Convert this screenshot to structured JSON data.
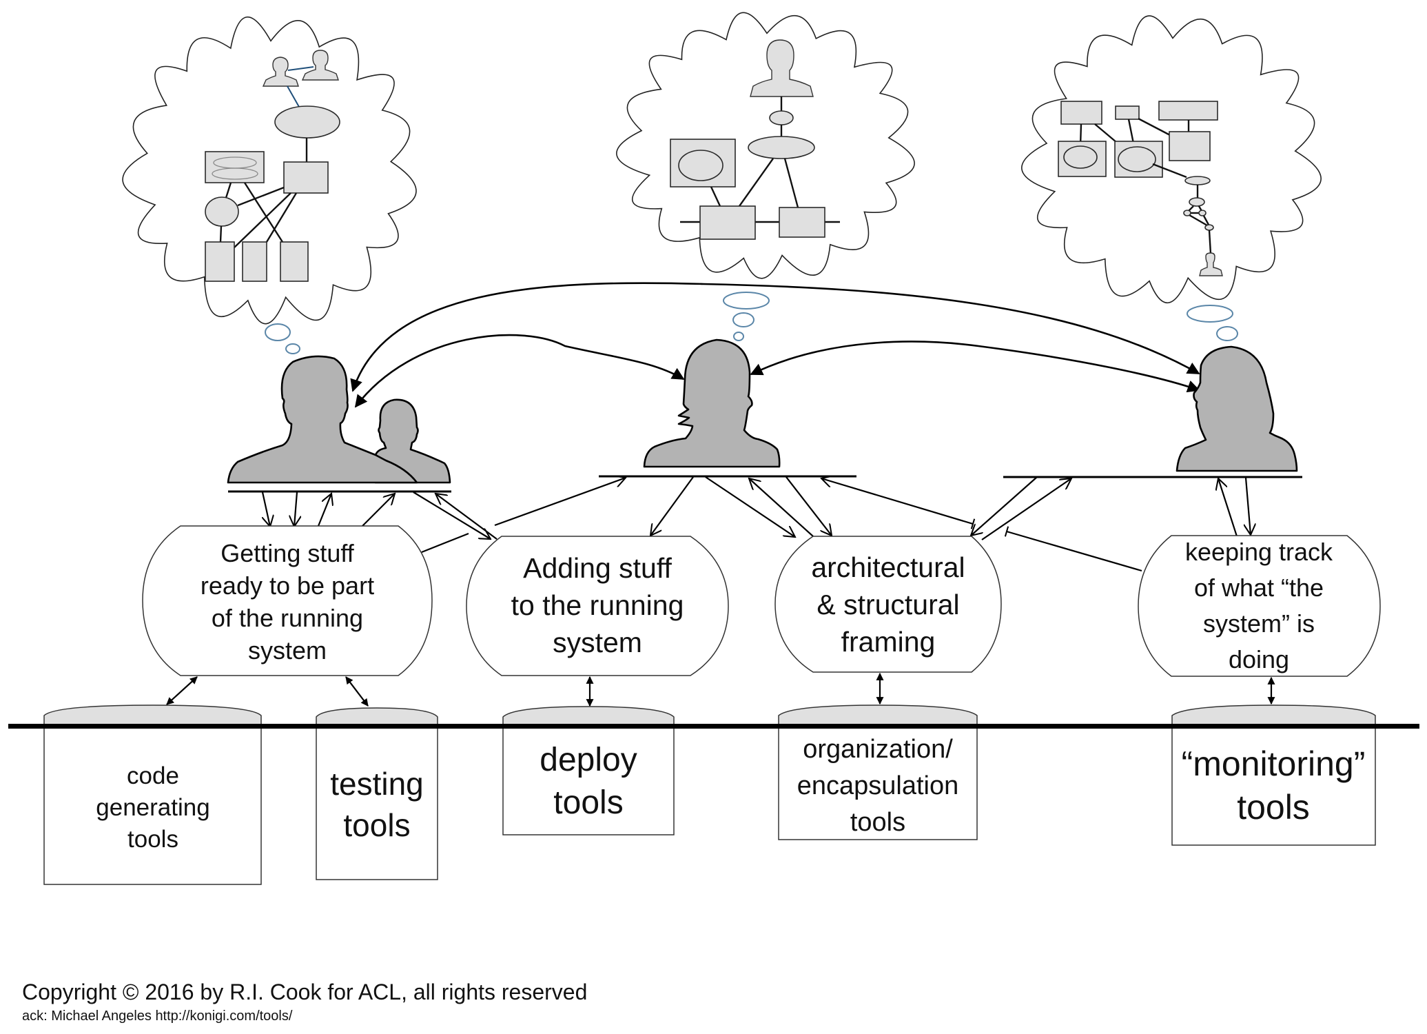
{
  "figure": {
    "description": "Diagram of people, their mental models, the work activities they perform, and the tools beneath the line of representation",
    "colors": {
      "person_fill": "#b3b3b3",
      "sketch_fill": "#e0e0e0",
      "thought_bubble": "#5a86a8",
      "line": "#000000"
    }
  },
  "mental_models": [
    {
      "name": "mental-model-team",
      "icon": "cloud-thought-icon",
      "contents": [
        "two-people-icon",
        "ellipse",
        "rect-with-ellipses",
        "rect",
        "circle",
        "three-rects"
      ]
    },
    {
      "name": "mental-model-individual",
      "icon": "cloud-thought-icon",
      "contents": [
        "person-icon",
        "small-ellipse",
        "ellipse",
        "rect-with-ellipse",
        "two-rects-on-line"
      ]
    },
    {
      "name": "mental-model-monitoring",
      "icon": "cloud-thought-icon",
      "contents": [
        "rects",
        "rects-with-ellipses",
        "node-chain",
        "person-icon"
      ]
    }
  ],
  "people": [
    {
      "name": "team-of-two",
      "icon": "two-people-silhouette-icon"
    },
    {
      "name": "developer",
      "icon": "person-silhouette-icon"
    },
    {
      "name": "operator",
      "icon": "person-silhouette-icon"
    }
  ],
  "activities": [
    {
      "id": "getting-ready",
      "lines": [
        "Getting stuff",
        "ready to be part",
        "of the running",
        "system"
      ]
    },
    {
      "id": "adding",
      "lines": [
        "Adding stuff",
        "to the running",
        "system"
      ]
    },
    {
      "id": "framing",
      "lines": [
        "architectural",
        "& structural",
        "framing"
      ]
    },
    {
      "id": "tracking",
      "lines": [
        "keeping track",
        "of what “the",
        "system” is",
        "doing"
      ]
    }
  ],
  "tools": [
    {
      "id": "code-generating",
      "lines": [
        "code",
        "generating",
        "tools"
      ]
    },
    {
      "id": "testing",
      "lines": [
        "testing",
        "tools"
      ]
    },
    {
      "id": "deploy",
      "lines": [
        "deploy",
        "tools"
      ]
    },
    {
      "id": "organization",
      "lines": [
        "organization/",
        "encapsulation",
        "tools"
      ]
    },
    {
      "id": "monitoring",
      "lines": [
        "“monitoring”",
        "tools"
      ]
    }
  ],
  "footer": {
    "copyright": "Copyright © 2016 by R.I. Cook for ACL, all rights reserved",
    "ack": "ack: Michael Angeles http://konigi.com/tools/"
  }
}
